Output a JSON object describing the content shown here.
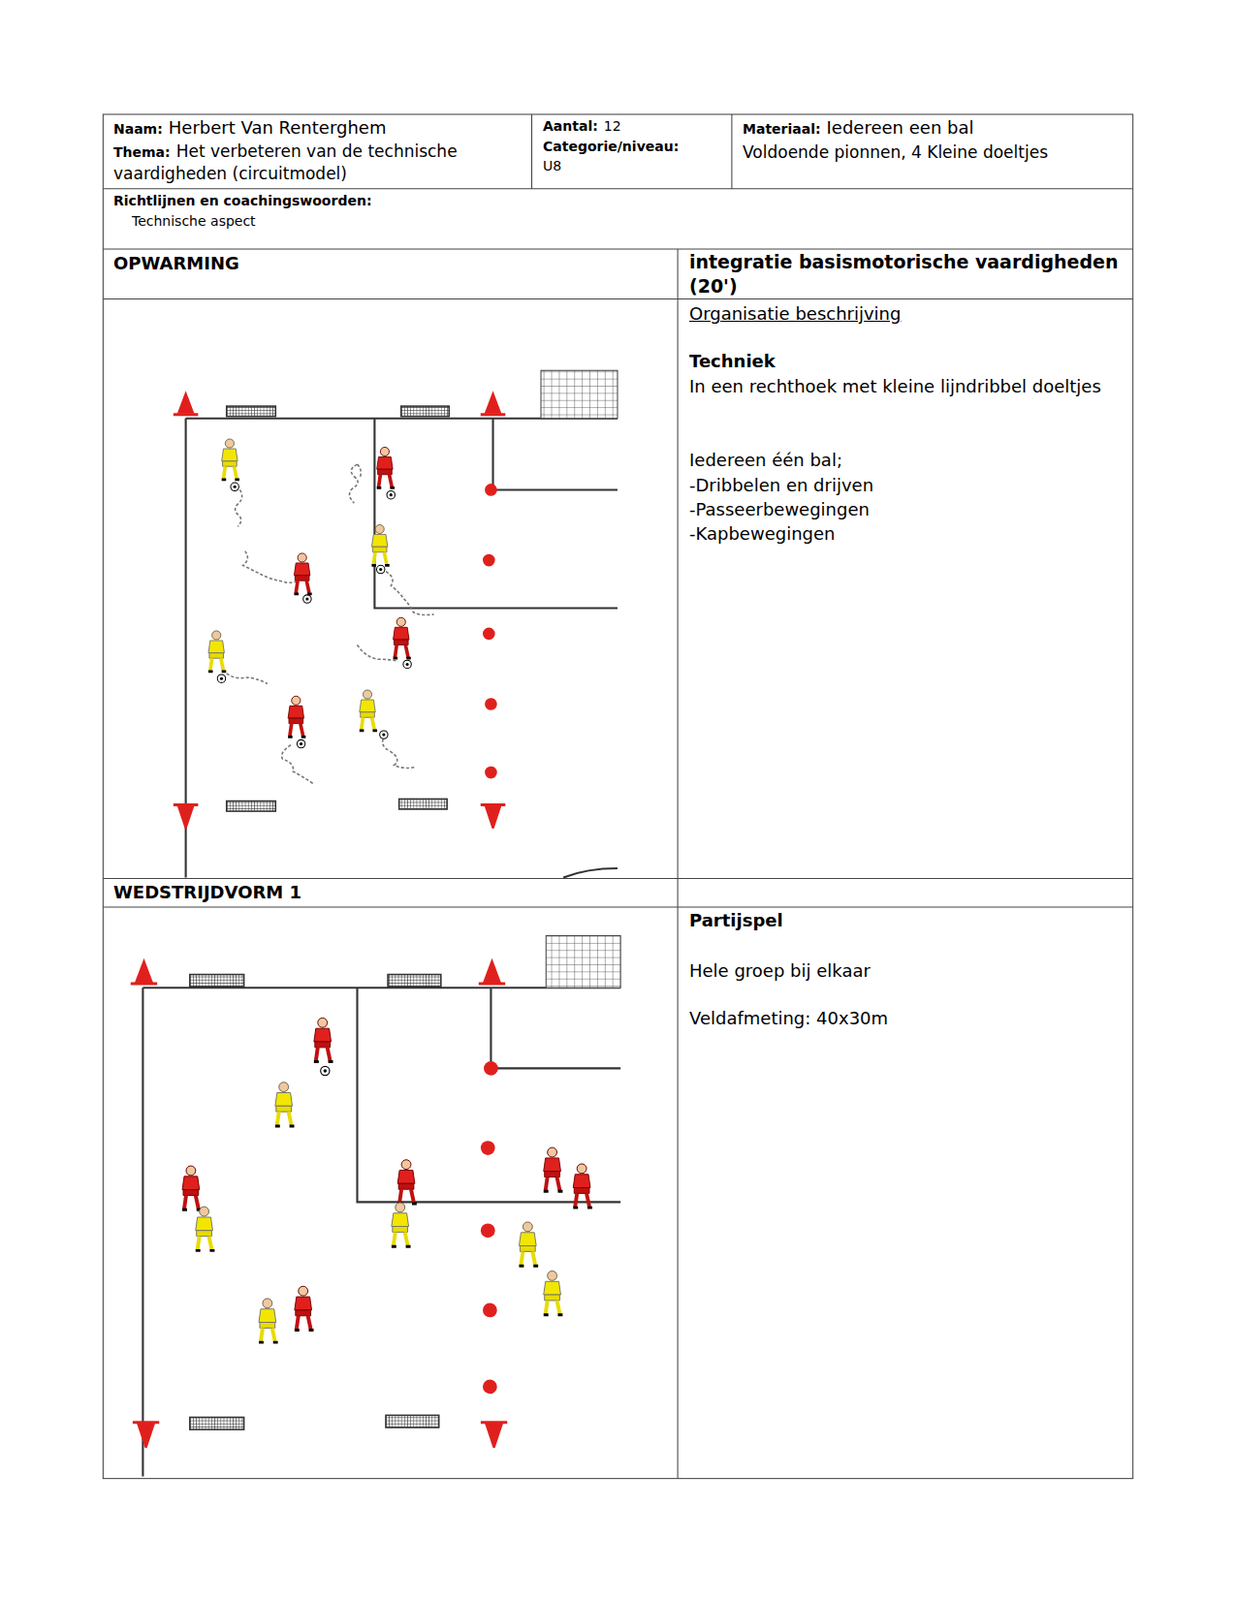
{
  "diagram": {
    "labels": [
      "Naam:",
      "Herbert Van Renterghem",
      "Thema:",
      "Het verbeteren van de technische vaardigheden (circuitmodel)",
      "Aantal:",
      "12",
      "Categorie/niveau:",
      "U8",
      "Materiaal:",
      "Iedereen een bal",
      "Voldoende pionnen, 4 Kleine doeltjes",
      "Richtlijnen en coachingswoorden:",
      "Technische aspect",
      "OPWARMING",
      "integratie basismotorische vaardigheden (20')",
      "Organisatie beschrijving",
      "Techniek",
      "In een rechthoek met kleine lijndribbel doeltjes",
      "Iedereen één bal;",
      "-Dribbelen en drijven",
      "-Passeerbewegingen",
      "-Kapbewegingen",
      "WEDSTRIJDVORM 1",
      "Partijspel",
      "Hele groep bij elkaar",
      "Veldafmeting: 40x30m"
    ]
  }
}
